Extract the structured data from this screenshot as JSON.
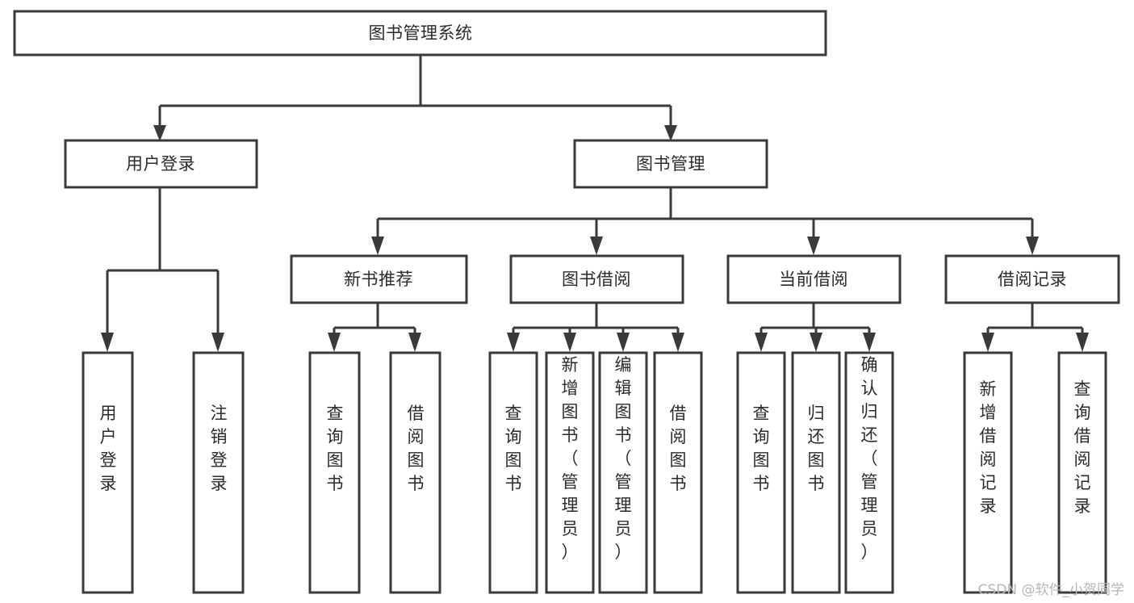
{
  "diagram": {
    "type": "tree-hierarchy",
    "title": "图书管理系统",
    "background_color": "#ffffff",
    "line_color": "#3a3a3a",
    "text_color": "#2b2b2b",
    "root": {
      "id": "root",
      "label": "图书管理系统",
      "orientation": "horizontal"
    },
    "level2": [
      {
        "id": "user-login",
        "label": "用户登录",
        "orientation": "horizontal"
      },
      {
        "id": "book-management",
        "label": "图书管理",
        "orientation": "horizontal"
      }
    ],
    "level3": [
      {
        "id": "new-book-recommend",
        "label": "新书推荐",
        "orientation": "horizontal",
        "parent": "book-management"
      },
      {
        "id": "book-borrow",
        "label": "图书借阅",
        "orientation": "horizontal",
        "parent": "book-management"
      },
      {
        "id": "current-borrow",
        "label": "当前借阅",
        "orientation": "horizontal",
        "parent": "book-management"
      },
      {
        "id": "borrow-record",
        "label": "借阅记录",
        "orientation": "horizontal",
        "parent": "book-management"
      }
    ],
    "leaves": [
      {
        "id": "leaf-user-login",
        "label": "用户登录",
        "orientation": "vertical",
        "parent": "user-login"
      },
      {
        "id": "leaf-logout-login",
        "label": "注销登录",
        "orientation": "vertical",
        "parent": "user-login"
      },
      {
        "id": "leaf-query-book-1",
        "label": "查询图书",
        "orientation": "vertical",
        "parent": "new-book-recommend"
      },
      {
        "id": "leaf-borrow-book-1",
        "label": "借阅图书",
        "orientation": "vertical",
        "parent": "new-book-recommend"
      },
      {
        "id": "leaf-query-book-2",
        "label": "查询图书",
        "orientation": "vertical",
        "parent": "book-borrow"
      },
      {
        "id": "leaf-add-book-admin",
        "label": "新增图书（管理员）",
        "orientation": "vertical",
        "parent": "book-borrow"
      },
      {
        "id": "leaf-edit-book-admin",
        "label": "编辑图书（管理员）",
        "orientation": "vertical",
        "parent": "book-borrow"
      },
      {
        "id": "leaf-borrow-book-2",
        "label": "借阅图书",
        "orientation": "vertical",
        "parent": "book-borrow"
      },
      {
        "id": "leaf-query-book-3",
        "label": "查询图书",
        "orientation": "vertical",
        "parent": "current-borrow"
      },
      {
        "id": "leaf-return-book",
        "label": "归还图书",
        "orientation": "vertical",
        "parent": "current-borrow"
      },
      {
        "id": "leaf-confirm-return-admin",
        "label": "确认归还（管理员）",
        "orientation": "vertical",
        "parent": "current-borrow"
      },
      {
        "id": "leaf-add-borrow-record",
        "label": "新增借阅记录",
        "orientation": "vertical",
        "parent": "borrow-record"
      },
      {
        "id": "leaf-query-borrow-record",
        "label": "查询借阅记录",
        "orientation": "vertical",
        "parent": "borrow-record"
      }
    ]
  },
  "watermark": {
    "label": "CSDN @软件_小贺同学"
  }
}
